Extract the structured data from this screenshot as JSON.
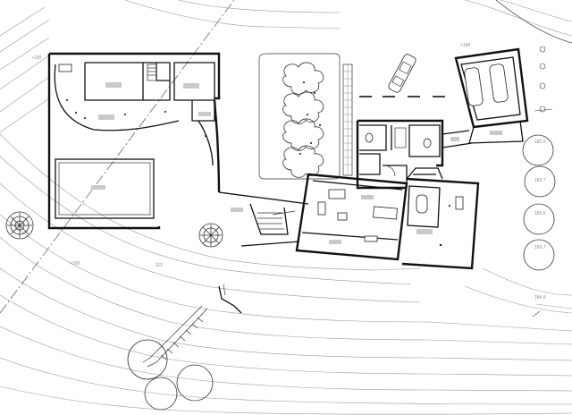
{
  "elevation_labels": {
    "e184": "+184",
    "e150": "+150",
    "e190": "+190",
    "e112": "112",
    "e1825": "182.5",
    "e1827": "183.7",
    "e1836": "183.6",
    "e1837": "183.7",
    "e1846": "184.6"
  },
  "colors": {
    "background": "#ffffff",
    "linework": "#111111",
    "contour": "#9a9a9a",
    "label_placeholder": "#c9c9c9"
  }
}
